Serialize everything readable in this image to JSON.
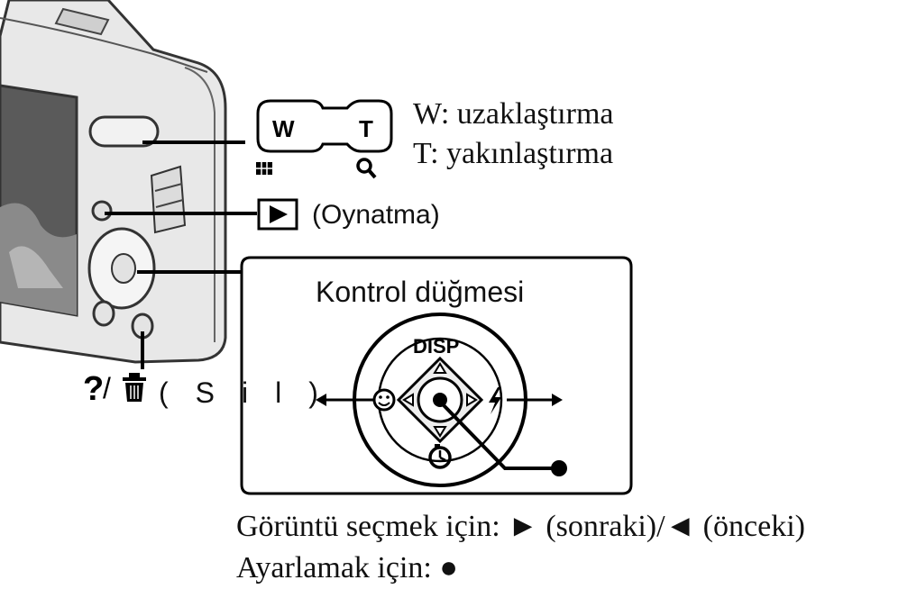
{
  "zoom": {
    "key_w": "W",
    "key_t": "T",
    "w_label": "W: uzaklaştırma",
    "t_label": "T: yakınlaştırma",
    "w_icon": "grid-index-icon",
    "t_icon": "magnifier-icon"
  },
  "playback": {
    "icon": "play-button-icon",
    "label": "(Oynatma)"
  },
  "control": {
    "title": "Kontrol düğmesi",
    "disp": "DISP",
    "up_icon": "disp-label",
    "left_icon": "smile-face-icon",
    "right_icon": "flash-icon",
    "down_icon": "self-timer-icon",
    "center_icon": "center-button-icon"
  },
  "delete": {
    "icons": "?/trash-icon",
    "label": "(Sil)"
  },
  "instructions": {
    "select": "Görüntü seçmek için: ► (sonraki)/◄ (önceki)",
    "set": "Ayarlamak için: ●"
  }
}
